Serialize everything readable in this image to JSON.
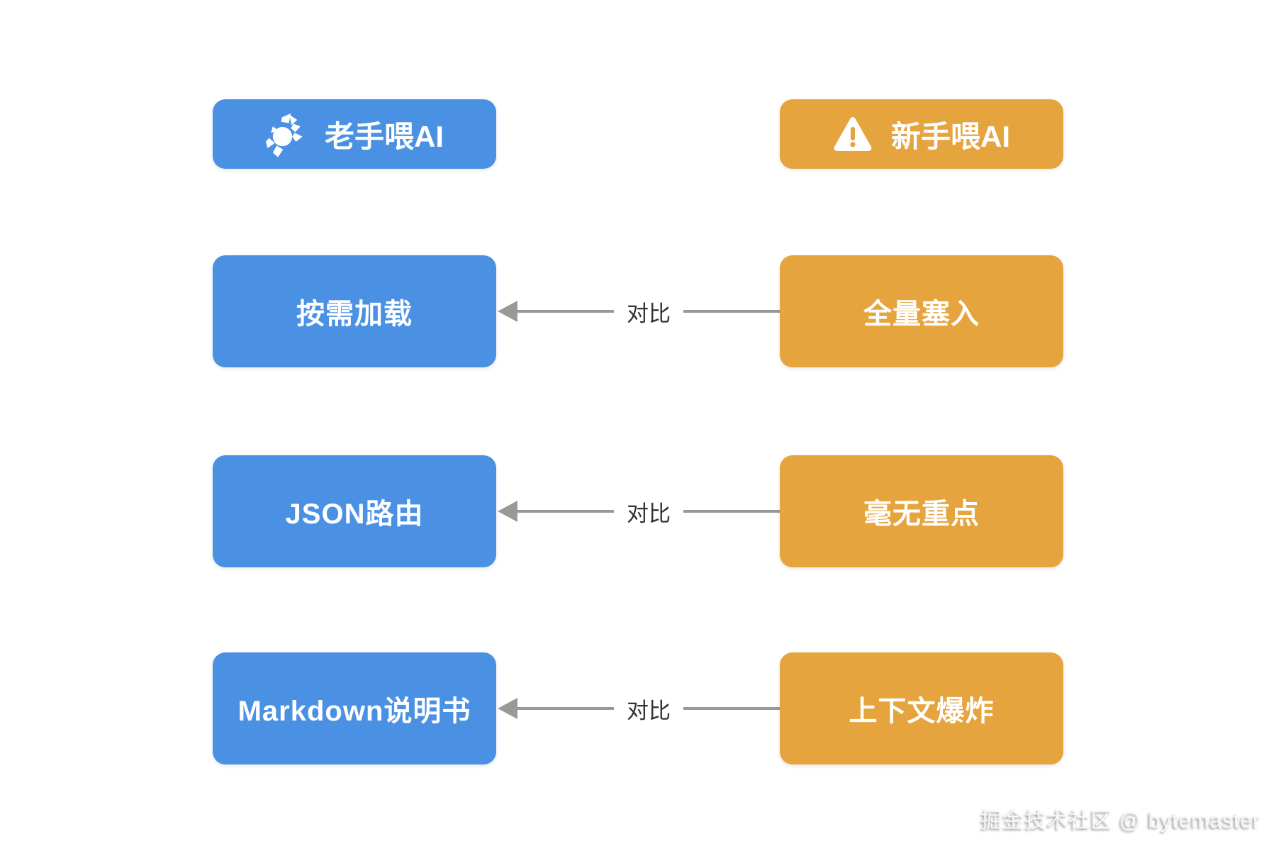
{
  "colors": {
    "veteran_blue": "#4a91e4",
    "newbie_orange": "#e6a43e",
    "arrow_gray": "#999999",
    "label_text": "#333333",
    "background": "#ffffff"
  },
  "header": {
    "left": {
      "label": "老手喂AI",
      "icon": "doodle-pet-icon"
    },
    "right": {
      "label": "新手喂AI",
      "icon": "warning-triangle-icon"
    }
  },
  "rows": [
    {
      "left": "按需加载",
      "connector": "对比",
      "right": "全量塞入"
    },
    {
      "left": "JSON路由",
      "connector": "对比",
      "right": "毫无重点"
    },
    {
      "left": "Markdown说明书",
      "connector": "对比",
      "right": "上下文爆炸"
    }
  ],
  "footer": {
    "watermark": "掘金技术社区 @ bytemaster"
  }
}
